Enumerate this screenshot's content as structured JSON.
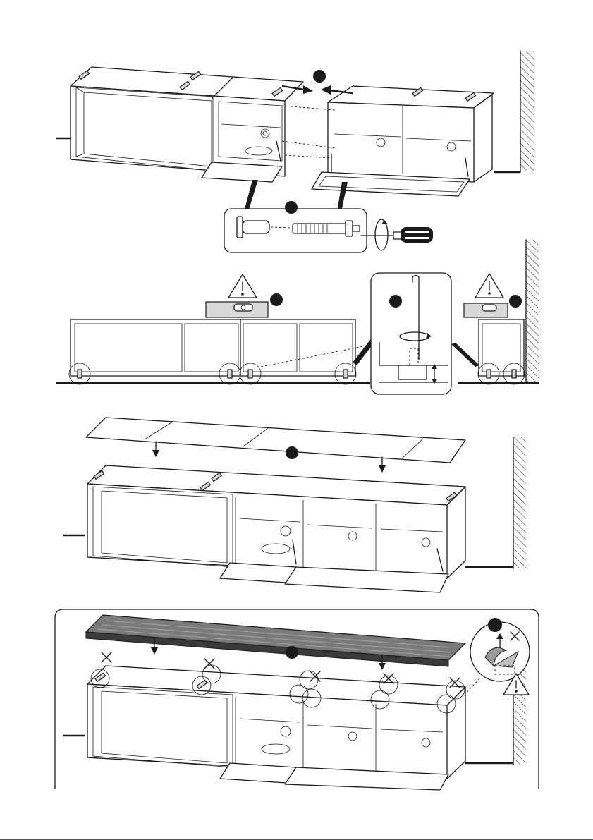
{
  "page": {
    "background": "#ffffff",
    "line_color": "#1a1a1a",
    "footer_rule": true
  },
  "panels": [
    {
      "id": "join-cabinets",
      "marks": [
        "step-dot",
        "step-dot"
      ],
      "icons": [
        "push-together-arrows-icon",
        "connector-bolt-icon",
        "screwdriver-icon",
        "rotate-arrow-icon"
      ]
    },
    {
      "id": "level-cabinets",
      "marks": [
        "step-dot",
        "step-dot",
        "step-dot"
      ],
      "icons": [
        "warning-triangle-icon",
        "spirit-level-icon",
        "allen-key-icon",
        "height-adjust-arrow-icon"
      ]
    },
    {
      "id": "place-glass-top",
      "marks": [
        "step-dot"
      ],
      "icons": [
        "down-arrow-icon"
      ]
    },
    {
      "id": "place-wood-top",
      "marks": [
        "step-dot",
        "step-dot"
      ],
      "icons": [
        "down-arrow-icon",
        "cross-mark-icon",
        "peel-off-tape-icon",
        "warning-triangle-icon"
      ]
    }
  ]
}
